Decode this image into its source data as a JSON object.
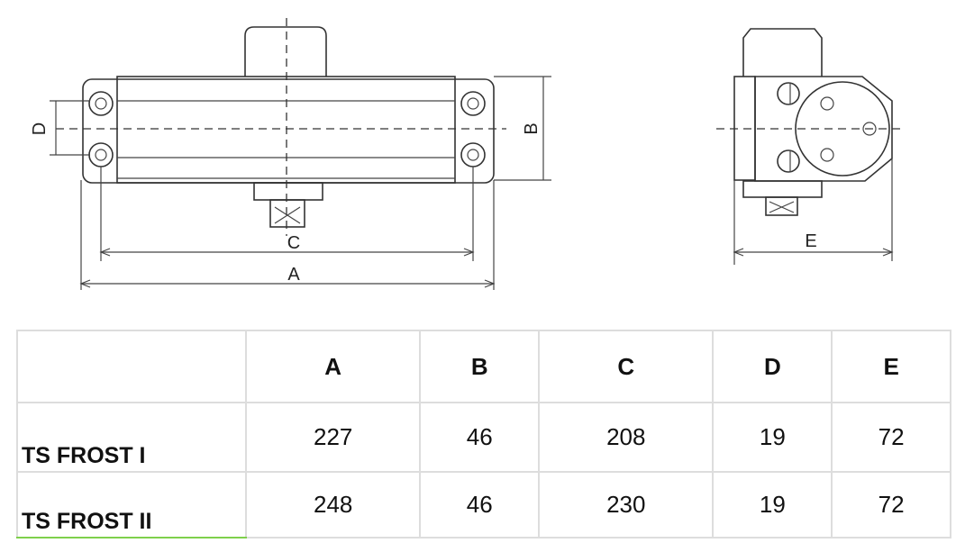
{
  "drawing": {
    "front_view": {
      "labels": {
        "A": "A",
        "B": "B",
        "C": "C",
        "D": "D"
      }
    },
    "side_view": {
      "labels": {
        "E": "E"
      }
    }
  },
  "table": {
    "headers": [
      "",
      "A",
      "B",
      "C",
      "D",
      "E"
    ],
    "rows": [
      {
        "name": "TS FROST I",
        "values": [
          "227",
          "46",
          "208",
          "19",
          "72"
        ]
      },
      {
        "name": "TS FROST II",
        "values": [
          "248",
          "46",
          "230",
          "19",
          "72"
        ]
      }
    ]
  }
}
